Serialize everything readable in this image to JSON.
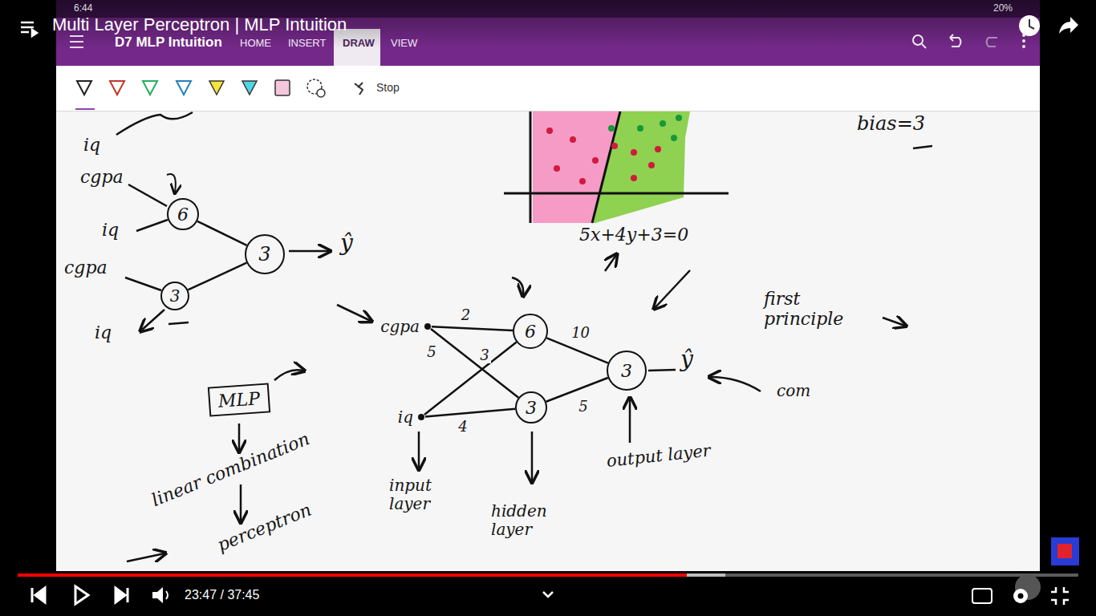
{
  "diagram": {
    "title": "Multi Layer Perceptron | MLP Intuition",
    "nodes": [
      {
        "text": [
          "6"
        ]
      },
      {
        "text": [
          "3"
        ]
      },
      {
        "text": [
          "3"
        ]
      },
      {
        "text": [
          "MLP"
        ]
      },
      {
        "text": [
          "cgpa"
        ]
      },
      {
        "text": [
          "iq"
        ]
      },
      {
        "text": [
          "6"
        ]
      },
      {
        "text": [
          "3"
        ]
      },
      {
        "text": [
          "3"
        ]
      }
    ],
    "edges": [
      {
        "from": 0,
        "to": 2,
        "arrow": "none"
      },
      {
        "from": 1,
        "to": 2,
        "arrow": "none"
      },
      {
        "from": 4,
        "to": 6,
        "label": "2",
        "arrow": "none"
      },
      {
        "from": 4,
        "to": 7,
        "label": "5",
        "arrow": "none"
      },
      {
        "from": 5,
        "to": 6,
        "label": "3",
        "arrow": "none"
      },
      {
        "from": 5,
        "to": 7,
        "label": "4",
        "arrow": "none"
      },
      {
        "from": 6,
        "to": 8,
        "label": "10",
        "arrow": "none"
      },
      {
        "from": 7,
        "to": 8,
        "label": "5",
        "arrow": "none"
      }
    ],
    "labels": [
      "6:44",
      "20%",
      "D7 MLP Intuition",
      "HOME",
      "INSERT",
      "DRAW",
      "VIEW",
      "Stop",
      "bias=3",
      "5x+4y+3=0",
      "iq",
      "cgpa",
      "iq",
      "cgpa",
      "iq",
      "ŷ",
      "ŷ",
      "first principle",
      "com",
      "linear combination",
      "perceptron",
      "input layer",
      "hidden layer",
      "output layer",
      "23:47 / 37:45"
    ]
  }
}
